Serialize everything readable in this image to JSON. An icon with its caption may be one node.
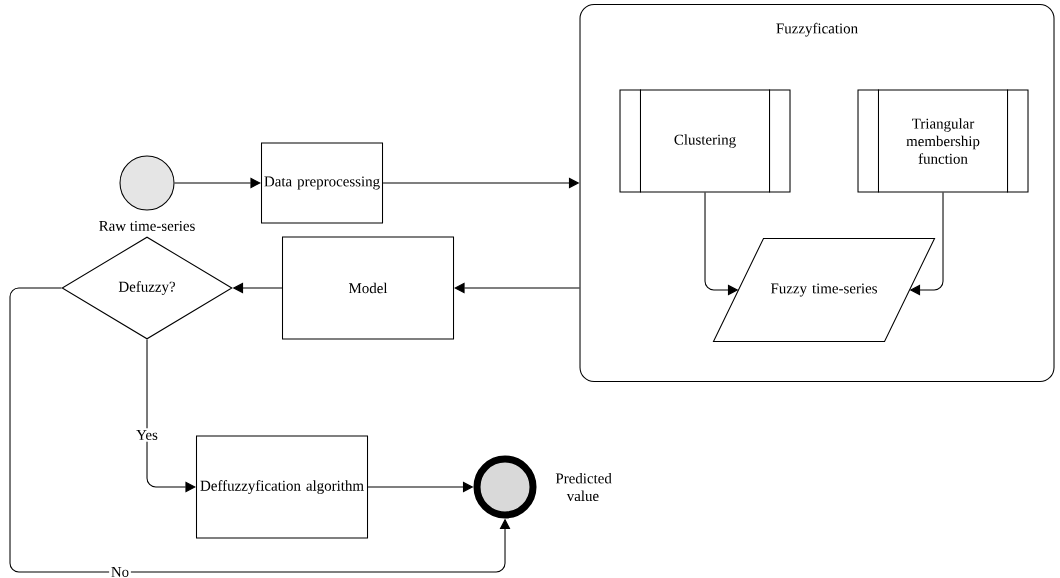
{
  "diagram": {
    "nodes": [
      {
        "text": [],
        "shape": "circle",
        "beside": [
          "Raw time-series"
        ]
      },
      {
        "text": [
          "Data preprocessing"
        ]
      },
      {
        "text": [
          "Fuzzyfication"
        ]
      },
      {
        "text": [
          "Clustering"
        ],
        "in": 2
      },
      {
        "text": [
          "Triangular membership function"
        ],
        "in": 2
      },
      {
        "text": [
          "Fuzzy time-series"
        ],
        "in": 2
      },
      {
        "text": [
          "Model"
        ]
      },
      {
        "text": [
          "Defuzzy?"
        ]
      },
      {
        "text": [
          "Deffuzzyfication algorithm"
        ]
      },
      {
        "text": [],
        "shape": "circle",
        "beside": [
          "Predicted value"
        ]
      }
    ],
    "edges": [
      {
        "from": 0,
        "to": 1,
        "arrow": "to"
      },
      {
        "from": 1,
        "to": 2,
        "arrow": "to"
      },
      {
        "from": 3,
        "to": 5,
        "arrow": "to"
      },
      {
        "from": 4,
        "to": 5,
        "arrow": "to"
      },
      {
        "from": 2,
        "to": 6,
        "arrow": "to"
      },
      {
        "from": 6,
        "to": 7,
        "arrow": "to"
      },
      {
        "from": 7,
        "to": 8,
        "arrow": "to",
        "label": "Yes"
      },
      {
        "from": 8,
        "to": 9,
        "arrow": "to"
      },
      {
        "from": 7,
        "to": 9,
        "arrow": "to",
        "label": "No"
      }
    ]
  }
}
